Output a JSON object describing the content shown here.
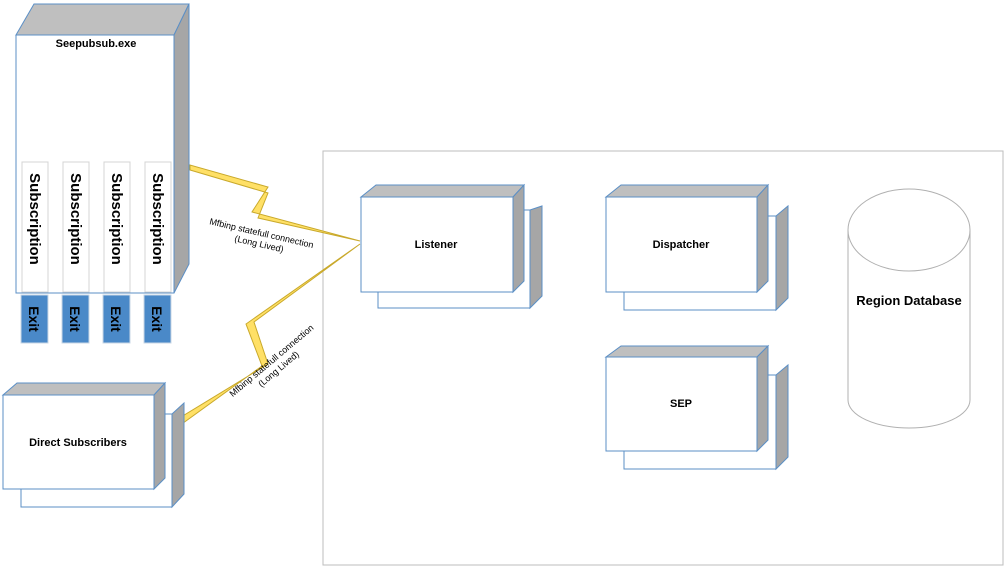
{
  "main_box": {
    "title": "Seepubsub.exe"
  },
  "subscriptions": [
    {
      "label": "Subscription",
      "exit_label": "Exit"
    },
    {
      "label": "Subscription",
      "exit_label": "Exit"
    },
    {
      "label": "Subscription",
      "exit_label": "Exit"
    },
    {
      "label": "Subscription",
      "exit_label": "Exit"
    }
  ],
  "components": {
    "listener": "Listener",
    "dispatcher": "Dispatcher",
    "sep": "SEP",
    "direct_subscribers": "Direct Subscribers"
  },
  "database": {
    "label": "Region Database"
  },
  "connections": [
    {
      "line1": "Mfbinp statefull connection",
      "line2": "(Long Lived)"
    },
    {
      "line1": "Mfbinp statefull connection",
      "line2": "(Long Lived)"
    }
  ],
  "colors": {
    "box_border": "#5b8fc6",
    "box_side": "#a6a6a6",
    "box_top": "#bfbfbf",
    "exit_fill": "#4a89c8",
    "bolt_fill": "#ffe066",
    "bolt_stroke": "#c9a92b",
    "container_border": "#bdbdbd",
    "database_border": "#b0b0b0"
  }
}
